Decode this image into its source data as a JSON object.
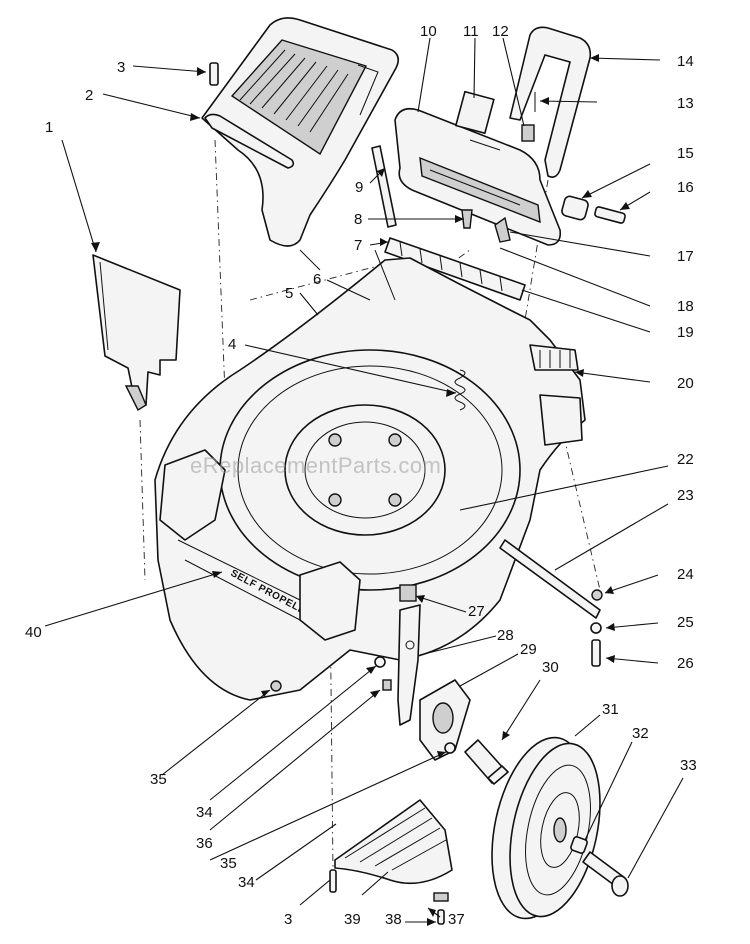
{
  "watermark": "eReplacementParts.com",
  "deck_label": "SELF PROPELLED",
  "callouts": [
    {
      "id": "c1",
      "text": "1"
    },
    {
      "id": "c2",
      "text": "2"
    },
    {
      "id": "c3a",
      "text": "3"
    },
    {
      "id": "c3b",
      "text": "3"
    },
    {
      "id": "c4",
      "text": "4"
    },
    {
      "id": "c5",
      "text": "5"
    },
    {
      "id": "c6",
      "text": "6"
    },
    {
      "id": "c7",
      "text": "7"
    },
    {
      "id": "c8",
      "text": "8"
    },
    {
      "id": "c9",
      "text": "9"
    },
    {
      "id": "c10",
      "text": "10"
    },
    {
      "id": "c11",
      "text": "11"
    },
    {
      "id": "c12",
      "text": "12"
    },
    {
      "id": "c13",
      "text": "13"
    },
    {
      "id": "c14",
      "text": "14"
    },
    {
      "id": "c15",
      "text": "15"
    },
    {
      "id": "c16",
      "text": "16"
    },
    {
      "id": "c17",
      "text": "17"
    },
    {
      "id": "c18",
      "text": "18"
    },
    {
      "id": "c19",
      "text": "19"
    },
    {
      "id": "c20",
      "text": "20"
    },
    {
      "id": "c22",
      "text": "22"
    },
    {
      "id": "c23",
      "text": "23"
    },
    {
      "id": "c24",
      "text": "24"
    },
    {
      "id": "c25",
      "text": "25"
    },
    {
      "id": "c26",
      "text": "26"
    },
    {
      "id": "c27",
      "text": "27"
    },
    {
      "id": "c28",
      "text": "28"
    },
    {
      "id": "c29",
      "text": "29"
    },
    {
      "id": "c30",
      "text": "30"
    },
    {
      "id": "c31",
      "text": "31"
    },
    {
      "id": "c32",
      "text": "32"
    },
    {
      "id": "c33",
      "text": "33"
    },
    {
      "id": "c34a",
      "text": "34"
    },
    {
      "id": "c34b",
      "text": "34"
    },
    {
      "id": "c35a",
      "text": "35"
    },
    {
      "id": "c35b",
      "text": "35"
    },
    {
      "id": "c36",
      "text": "36"
    },
    {
      "id": "c37",
      "text": "37"
    },
    {
      "id": "c38",
      "text": "38"
    },
    {
      "id": "c39",
      "text": "39"
    },
    {
      "id": "c40",
      "text": "40"
    }
  ]
}
